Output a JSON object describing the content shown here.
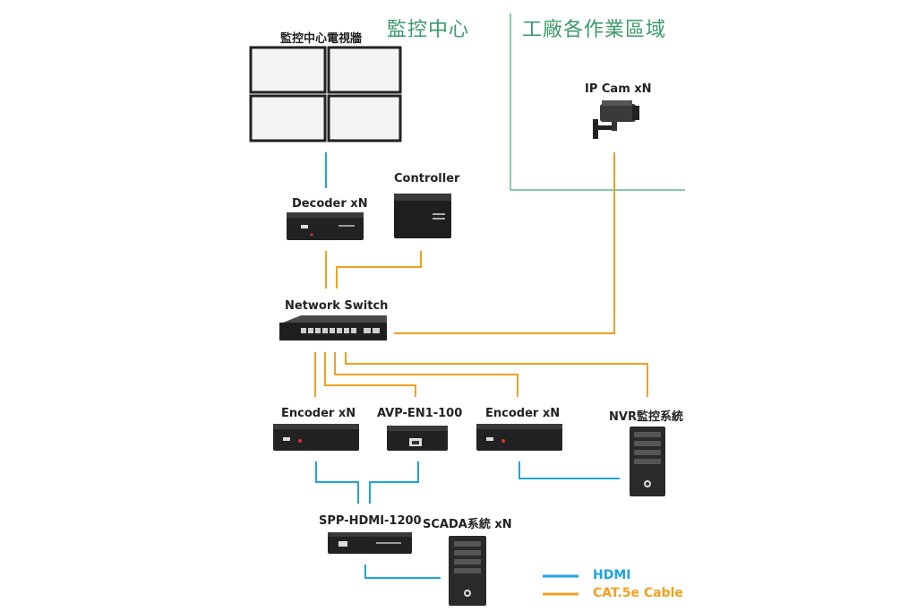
{
  "zones": {
    "monitoring_center": "監控中心",
    "factory_areas": "工廠各作業區域"
  },
  "labels": {
    "video_wall": "監控中心電視牆",
    "ip_cam": "IP Cam xN",
    "controller": "Controller",
    "decoder": "Decoder xN",
    "network_switch": "Network Switch",
    "encoder_left": "Encoder xN",
    "avp_en1": "AVP-EN1-100",
    "encoder_right": "Encoder xN",
    "nvr": "NVR監控系統",
    "spp_hdmi": "SPP-HDMI-1200",
    "scada": "SCADA系統 xN"
  },
  "legend": {
    "hdmi": "HDMI",
    "cat5e": "CAT.5e Cable"
  },
  "colors": {
    "hdmi": "#1fa3e0",
    "cat5e": "#f0a020",
    "zone_text": "#3b9a6a",
    "zone_line": "#5cb88a"
  }
}
